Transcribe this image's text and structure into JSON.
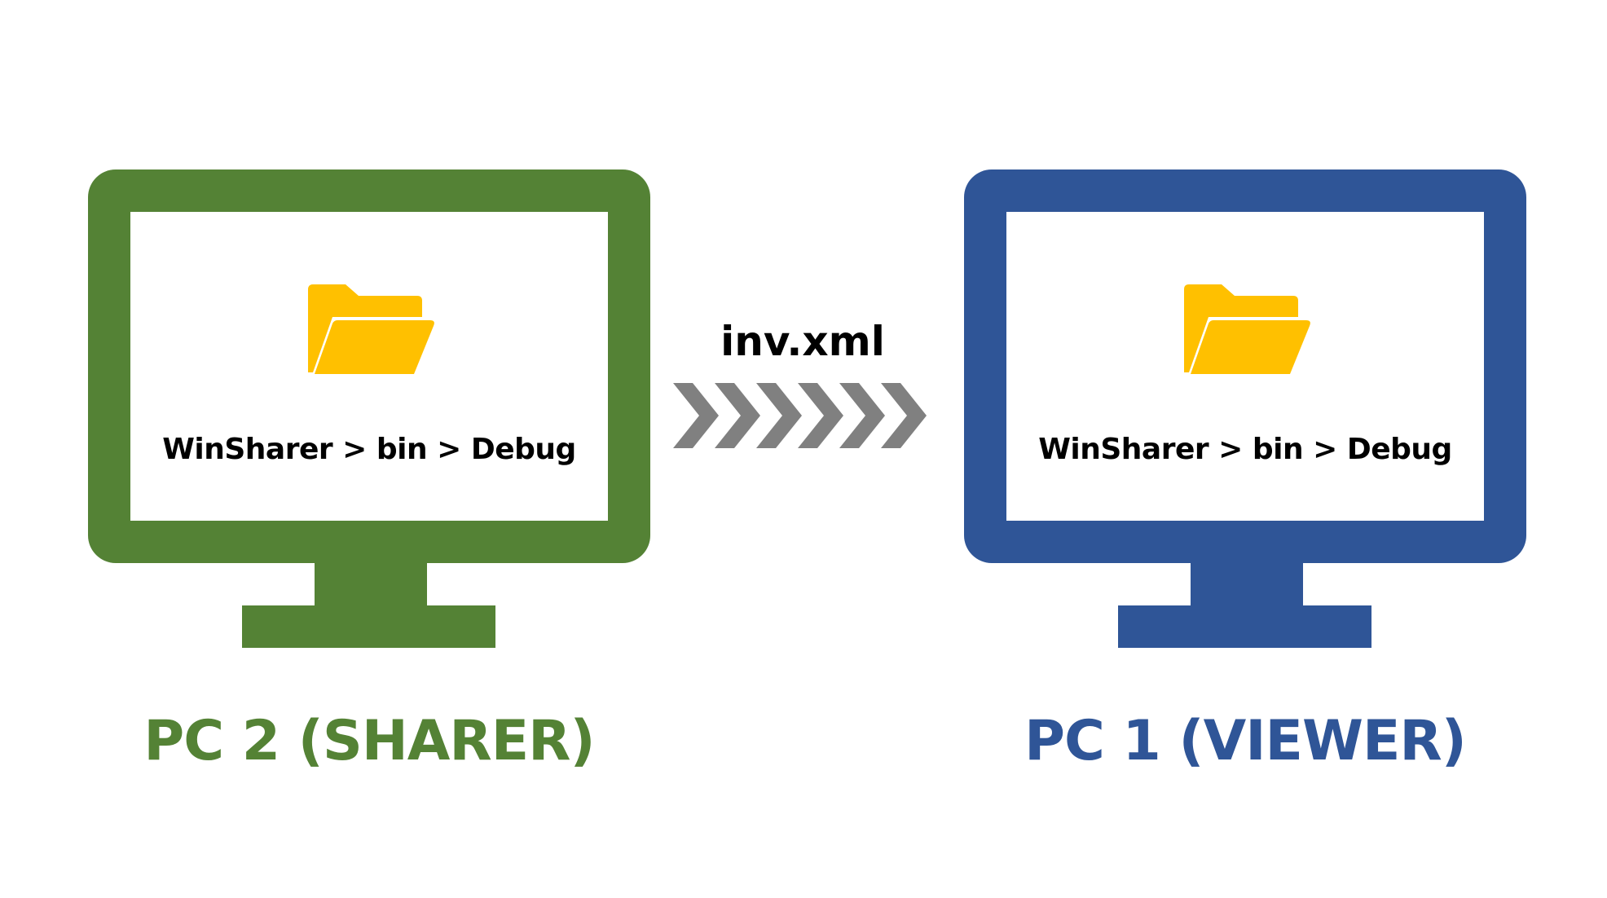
{
  "colors": {
    "sharer": "#548235",
    "viewer": "#2F5597",
    "folder": "#FFC000",
    "arrow": "#808080"
  },
  "sharer": {
    "label": "PC 2 (SHARER)",
    "path": "WinSharer > bin > Debug",
    "icon": "folder-open-icon"
  },
  "viewer": {
    "label": "PC 1 (VIEWER)",
    "path": "WinSharer > bin > Debug",
    "icon": "folder-open-icon"
  },
  "transfer": {
    "file": "inv.xml",
    "icon": "chevron-arrow-right-icon"
  }
}
